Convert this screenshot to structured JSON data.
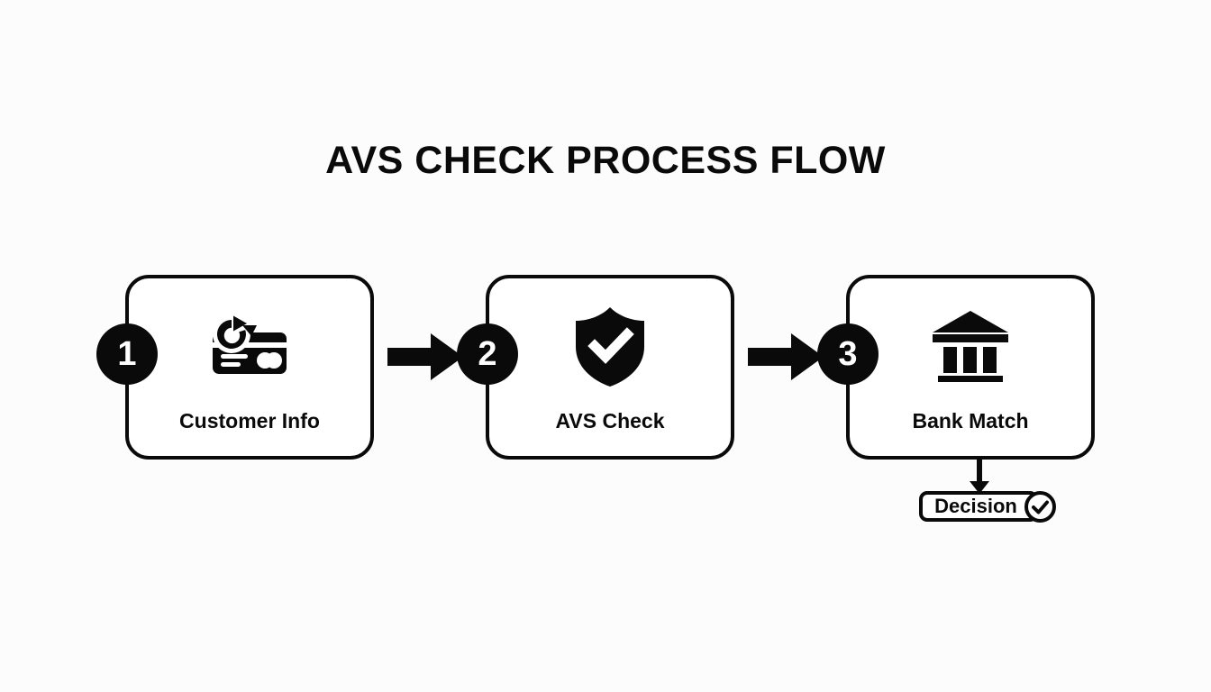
{
  "page": {
    "title": "AVS CHECK PROCESS FLOW",
    "background_color": "#FCFCFC",
    "ink_color": "#0A0A0A"
  },
  "flow": {
    "steps": [
      {
        "number": "1",
        "label": "Customer Info",
        "icon": "credit-card-refresh-icon"
      },
      {
        "number": "2",
        "label": "AVS Check",
        "icon": "shield-check-icon"
      },
      {
        "number": "3",
        "label": "Bank Match",
        "icon": "bank-building-icon"
      }
    ],
    "connectors": [
      {
        "from": "1",
        "to": "2",
        "icon": "right-block-arrow-icon"
      },
      {
        "from": "2",
        "to": "3",
        "icon": "right-block-arrow-icon"
      }
    ],
    "outcome": {
      "label": "Decision",
      "badge_icon": "circle-check-icon",
      "connector_icon": "down-arrow-icon",
      "attached_to_step": "3"
    }
  }
}
